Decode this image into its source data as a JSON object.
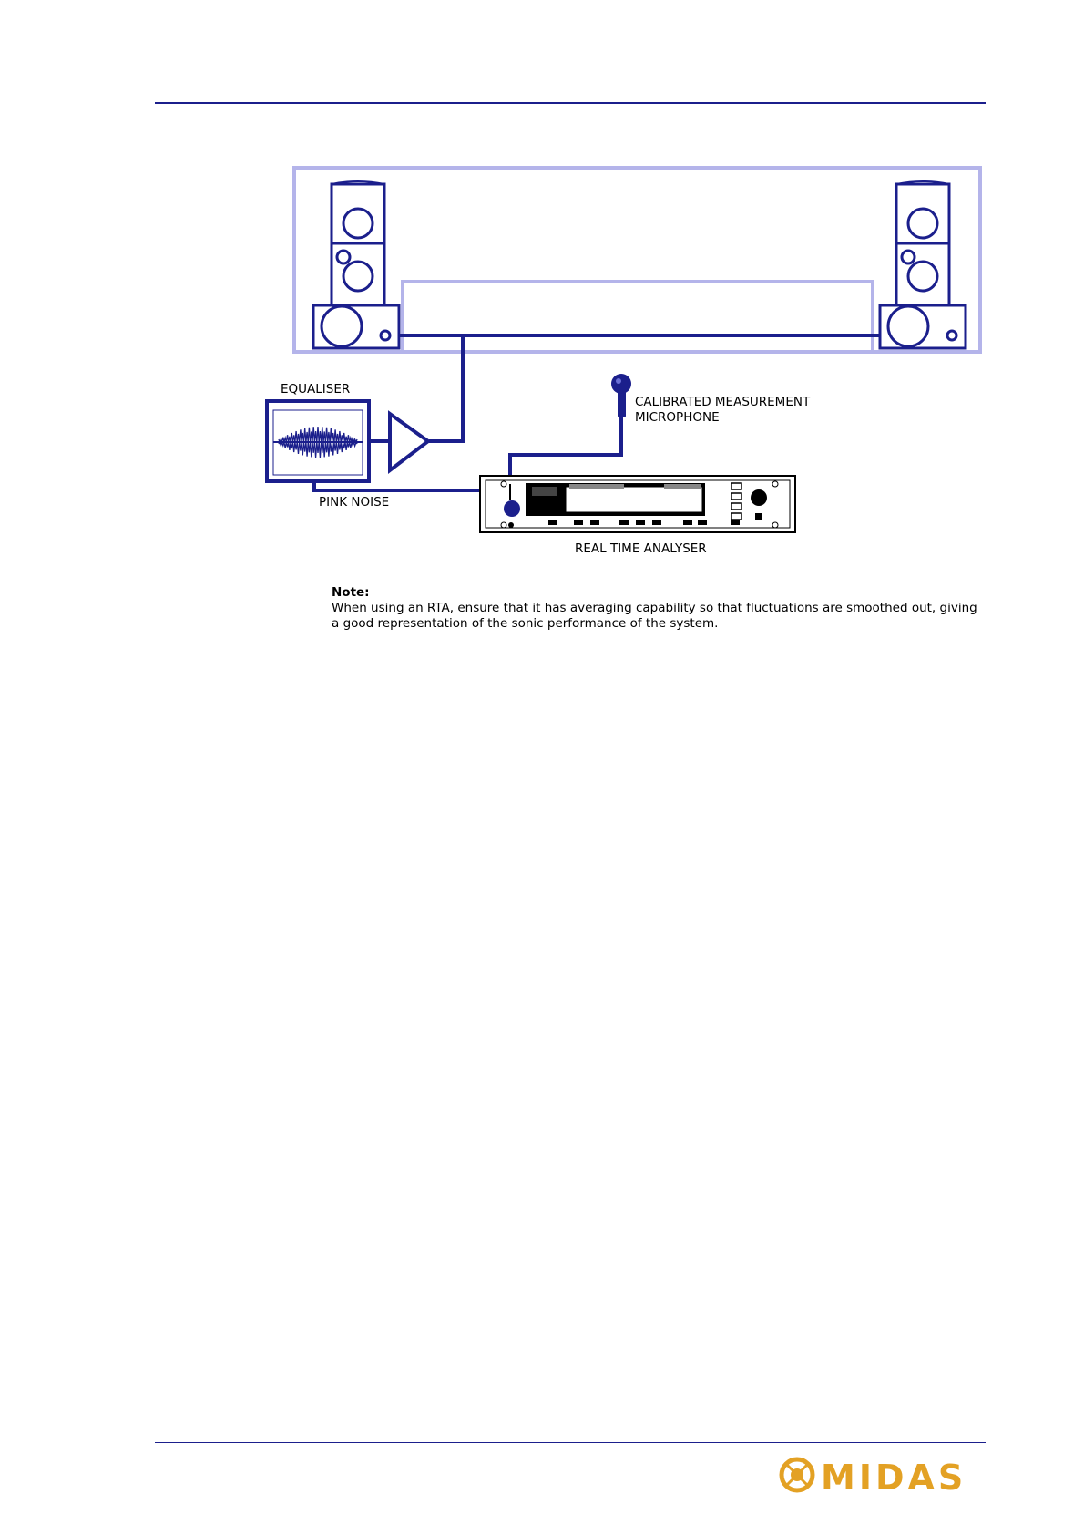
{
  "labels": {
    "equaliser": "EQUALISER",
    "pink_noise": "PINK NOISE",
    "microphone_line1": "CALIBRATED MEASUREMENT",
    "microphone_line2": "MICROPHONE",
    "rta": "REAL TIME ANALYSER"
  },
  "note": {
    "title": "Note:",
    "text": "When using an RTA, ensure that it has averaging capability so that fluctuations are smoothed out, giving a good representation of the sonic performance of the system."
  },
  "logo_text": "MIDAS",
  "colors": {
    "line": "#1b1f8c",
    "room": "#b4b4ea",
    "logo": "#e3a124"
  }
}
